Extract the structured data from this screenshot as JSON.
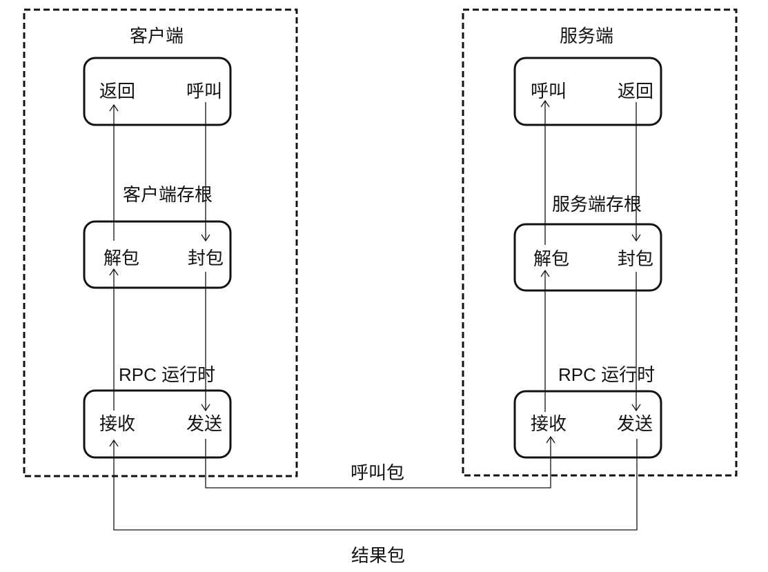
{
  "client": {
    "title": "客户端",
    "app_box": {
      "left": "返回",
      "right": "呼叫"
    },
    "stub_title": "客户端存根",
    "stub_box": {
      "left": "解包",
      "right": "封包"
    },
    "runtime_title": "RPC 运行时",
    "runtime_box": {
      "left": "接收",
      "right": "发送"
    }
  },
  "server": {
    "title": "服务端",
    "app_box": {
      "left": "呼叫",
      "right": "返回"
    },
    "stub_title": "服务端存根",
    "stub_box": {
      "left": "解包",
      "right": "封包"
    },
    "runtime_title": "RPC 运行时",
    "runtime_box": {
      "left": "接收",
      "right": "发送"
    }
  },
  "packets": {
    "call": "呼叫包",
    "result": "结果包"
  },
  "colors": {
    "line": "#111111",
    "background": "#ffffff"
  }
}
